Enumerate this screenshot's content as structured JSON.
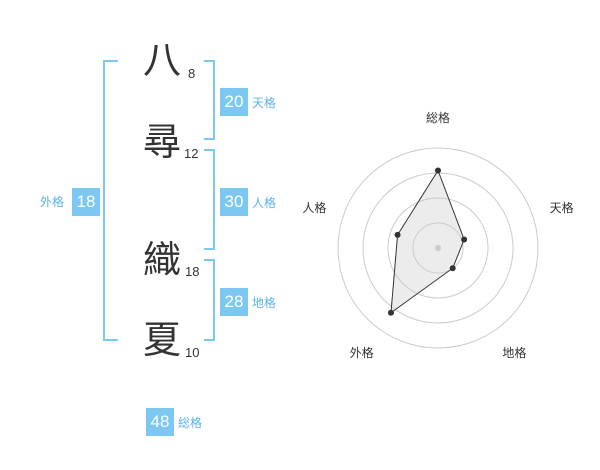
{
  "name": {
    "chars": [
      {
        "char": "八",
        "strokes": "8"
      },
      {
        "char": "尋",
        "strokes": "12"
      },
      {
        "char": "織",
        "strokes": "18"
      },
      {
        "char": "夏",
        "strokes": "10"
      }
    ]
  },
  "fortune": {
    "tenkaku": {
      "label": "天格",
      "value": "20"
    },
    "jinkaku": {
      "label": "人格",
      "value": "30"
    },
    "chikaku": {
      "label": "地格",
      "value": "28"
    },
    "gaikaku": {
      "label": "外格",
      "value": "18"
    },
    "soukaku": {
      "label": "総格",
      "value": "48"
    }
  },
  "colors": {
    "accent": "#7cc8f3",
    "label": "#5bb4ec",
    "text": "#333333"
  },
  "chart_data": {
    "type": "radar",
    "axes": [
      "総格",
      "天格",
      "地格",
      "外格",
      "人格"
    ],
    "levels": 4,
    "values": [
      3.1,
      1.1,
      1.0,
      3.2,
      1.7
    ],
    "max": 4,
    "grid": true
  }
}
